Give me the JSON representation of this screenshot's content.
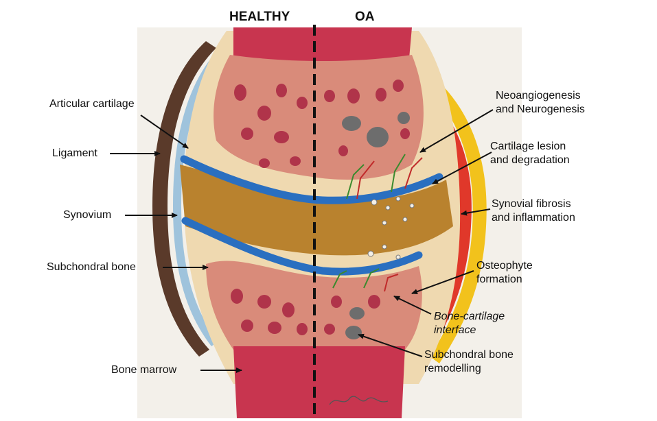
{
  "headers": {
    "left": "HEALTHY",
    "right": "OA"
  },
  "labels_left": {
    "articular_cartilage": "Articular cartilage",
    "ligament": "Ligament",
    "synovium": "Synovium",
    "subchondral_bone": "Subchondral bone",
    "bone_marrow": "Bone marrow"
  },
  "labels_right": {
    "neo_1": "Neoangiogenesis",
    "neo_2": "and Neurogenesis",
    "cart_1": "Cartilage lesion",
    "cart_2": "and degradation",
    "syn_1": "Synovial fibrosis",
    "syn_2": "and inflammation",
    "ost_1": "Osteophyte",
    "ost_2": "formation",
    "bci_1": "Bone-cartilage",
    "bci_2": "interface",
    "scr_1": "Subchondral bone",
    "scr_2": "remodelling"
  },
  "colors": {
    "bone_fill": "#d98b7a",
    "bone_outer": "#efd9b0",
    "marrow": "#c8354f",
    "cartilage": "#2a6fc0",
    "synovial_fluid": "#b9822e",
    "ligament": "#5a3a2a",
    "inflammation_red": "#e0382a",
    "inflammation_yellow": "#f2c21c"
  }
}
